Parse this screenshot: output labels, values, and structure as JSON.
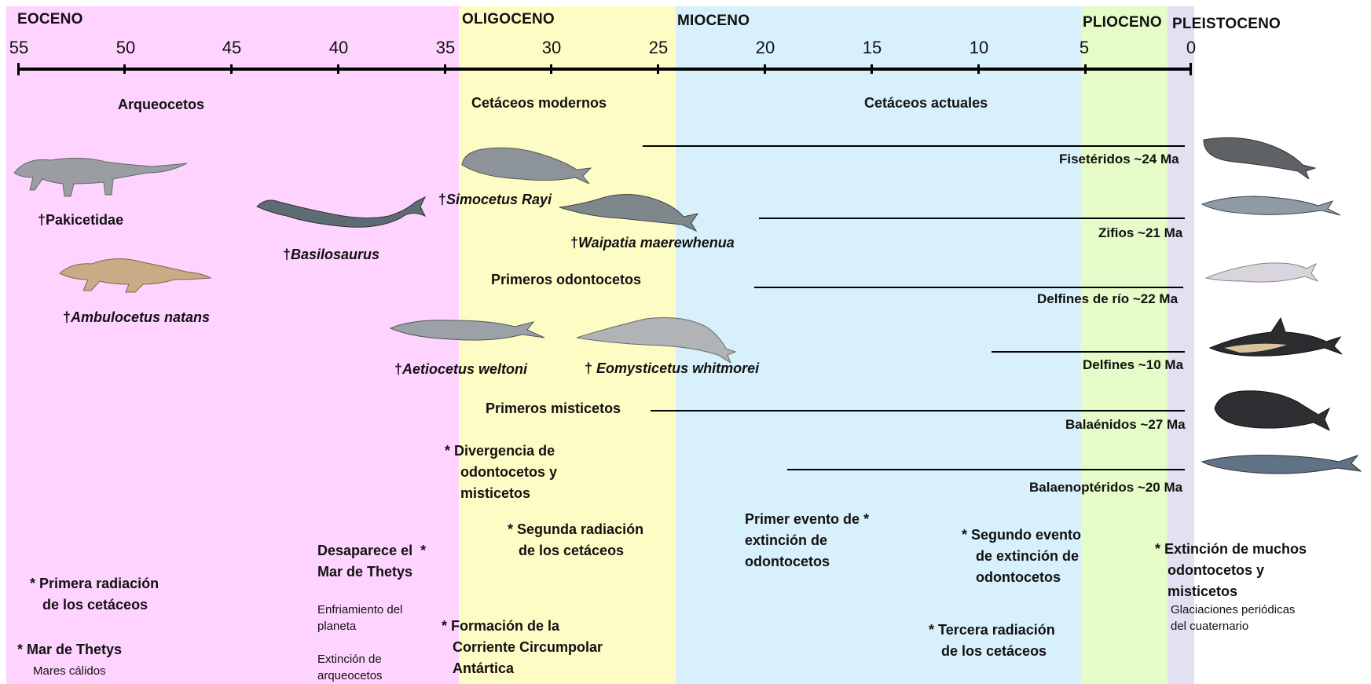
{
  "epochs": [
    {
      "name": "EOCENO",
      "color": "#ffd3ff"
    },
    {
      "name": "OLIGOCENO",
      "color": "#fefcc5"
    },
    {
      "name": "MIOCENO",
      "color": "#d7f0fc"
    },
    {
      "name": "PLIOCENO",
      "color": "#e5fcc8"
    },
    {
      "name": "PLEISTOCENO",
      "color": "#e5dff2"
    }
  ],
  "axis_labels": [
    "55",
    "50",
    "45",
    "40",
    "35",
    "30",
    "25",
    "20",
    "15",
    "10",
    "5",
    "0"
  ],
  "groups": {
    "archaeocetes": "Arqueocetos",
    "modern": "Cetáceos modernos",
    "current": "Cetáceos actuales",
    "first_odontocetes": "Primeros odontocetos",
    "first_mysticetes": "Primeros misticetos"
  },
  "dagger": "†",
  "star": "*",
  "species": {
    "pakicetidae": "Pakicetidae",
    "ambulocetus": "Ambulocetus natans",
    "basilosaurus": "Basilosaurus",
    "simocetus": "Simocetus Rayi",
    "waipatia": "Waipatia maerewhenua",
    "aetiocetus": "Aetiocetus weltoni",
    "eomysticetus": "Eomysticetus whitmorei"
  },
  "lineages": [
    {
      "label": "Fisetéridos ~24 Ma"
    },
    {
      "label": "Zifios ~21 Ma"
    },
    {
      "label": "Delfines de río ~22 Ma"
    },
    {
      "label": "Delfines ~10 Ma"
    },
    {
      "label": "Balaénidos ~27 Ma"
    },
    {
      "label": "Balaenoptéridos ~20 Ma"
    }
  ],
  "events": {
    "divergence": [
      "Divergencia de",
      "odontocetos y",
      "misticetos"
    ],
    "second_radiation": [
      "Segunda radiación",
      "de los cetáceos"
    ],
    "first_extinction": [
      "Primer evento de",
      "extinción de",
      "odontocetos"
    ],
    "second_extinction": [
      "Segundo evento",
      "de extinción de",
      "odontocetos"
    ],
    "mass_extinction": [
      "Extinción de muchos",
      "odontocetos y",
      "misticetos"
    ],
    "glaciations": [
      "Glaciaciones periódicas",
      "del cuaternario"
    ],
    "thetys_gone": [
      "Desaparece el",
      "Mar de Thetys"
    ],
    "cooling": [
      "Enfriamiento del",
      "planeta"
    ],
    "arch_extinction": [
      "Extinción de",
      "arqueocetos"
    ],
    "first_radiation": [
      "Primera radiación",
      "de los cetáceos"
    ],
    "thetys": "Mar de Thetys",
    "warm_seas": "Mares cálidos",
    "current_formation": [
      "Formación de la",
      "Corriente Circumpolar",
      "Antártica"
    ],
    "third_radiation": [
      "Tercera radiación",
      "de los cetáceos"
    ]
  }
}
